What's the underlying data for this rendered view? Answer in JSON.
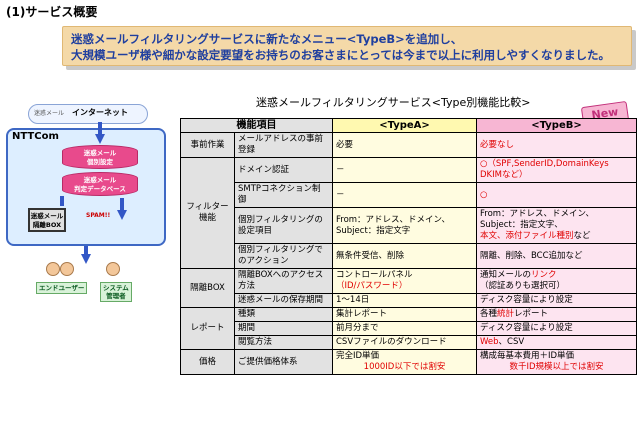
{
  "section_title": "(1)サービス概要",
  "banner": {
    "line1": "迷惑メールフィルタリングサービスに新たなメニュー<TypeB>を追加し、",
    "line2": "大規模ユーザ様や細かな設定要望をお持ちのお客さまにとっては今まで以上に利用しやすくなりました。"
  },
  "diagram": {
    "cloud_mail": "迷惑メール",
    "internet": "インターネット",
    "ntt": "NTTCom",
    "cyl1": [
      "迷惑メール",
      "個別設定"
    ],
    "cyl2": [
      "迷惑メール",
      "判定データベース"
    ],
    "isolation_box": [
      "迷惑メール",
      "隔離BOX"
    ],
    "spam": "SPAM!!",
    "end_user": "エンドユーザー",
    "admin": [
      "システム",
      "管理者"
    ]
  },
  "table": {
    "title": "迷惑メールフィルタリングサービス<Type別機能比較>",
    "new_badge": "New",
    "headers": {
      "feature": "機能項目",
      "type_a": "<TypeA>",
      "type_b": "<TypeB>"
    },
    "rows": {
      "pre": {
        "cat": "事前作業",
        "item": "メールアドレスの事前登録",
        "a": "必要",
        "b": "必要なし"
      },
      "filter_cat": "フィルター機能",
      "domain": {
        "item": "ドメイン認証",
        "a": "－",
        "b1": "○（SPF,SenderID,DomainKeys",
        "b2": "DKIMなど）"
      },
      "smtp": {
        "item": "SMTPコネクション制御",
        "a": "－",
        "b": "○"
      },
      "settings": {
        "item": "個別フィルタリングの設定項目",
        "a": "From：アドレス、ドメイン、Subject：指定文字",
        "b1": "From：アドレス、ドメイン、",
        "b2": "Subject：指定文字、",
        "b3_red": "本文、添付ファイル種別",
        "b3_tail": "など"
      },
      "action": {
        "item": "個別フィルタリングでのアクション",
        "a": "無条件受信、削除",
        "b": "隔離、削除、BCC追加など"
      },
      "box_cat": "隔離BOX",
      "access": {
        "item": "隔離BOXへのアクセス方法",
        "a1": "コントロールパネル",
        "a2_red": "（ID/パスワード）",
        "b1": "通知メールの",
        "b1_red": "リンク",
        "b2": "（認証ありも選択可）"
      },
      "retention": {
        "item": "迷惑メールの保存期間",
        "a": "1～14日",
        "b": "ディスク容量により設定"
      },
      "report_cat": "レポート",
      "kind": {
        "item": "種類",
        "a": "集計レポート",
        "b1": "各種",
        "b1_red": "統計",
        "b1_tail": "レポート"
      },
      "period": {
        "item": "期間",
        "a": "前月分まで",
        "b": "ディスク容量により設定"
      },
      "view": {
        "item": "閲覧方法",
        "a": "CSVファイルのダウンロード",
        "b_red": "Web",
        "b_tail": "、CSV"
      },
      "price_cat": "価格",
      "price": {
        "item": "ご提供価格体系",
        "a1": "完全ID単価",
        "a2_red": "1000ID以下では割安",
        "b1": "構成毎基本費用＋ID単価",
        "b2_red": "数千ID規模以上では割安"
      }
    }
  },
  "colors": {
    "banner_text": "#1f3f9f",
    "accent_red": "#e00000",
    "type_a": "#fffce0",
    "type_b": "#fde4f0"
  }
}
